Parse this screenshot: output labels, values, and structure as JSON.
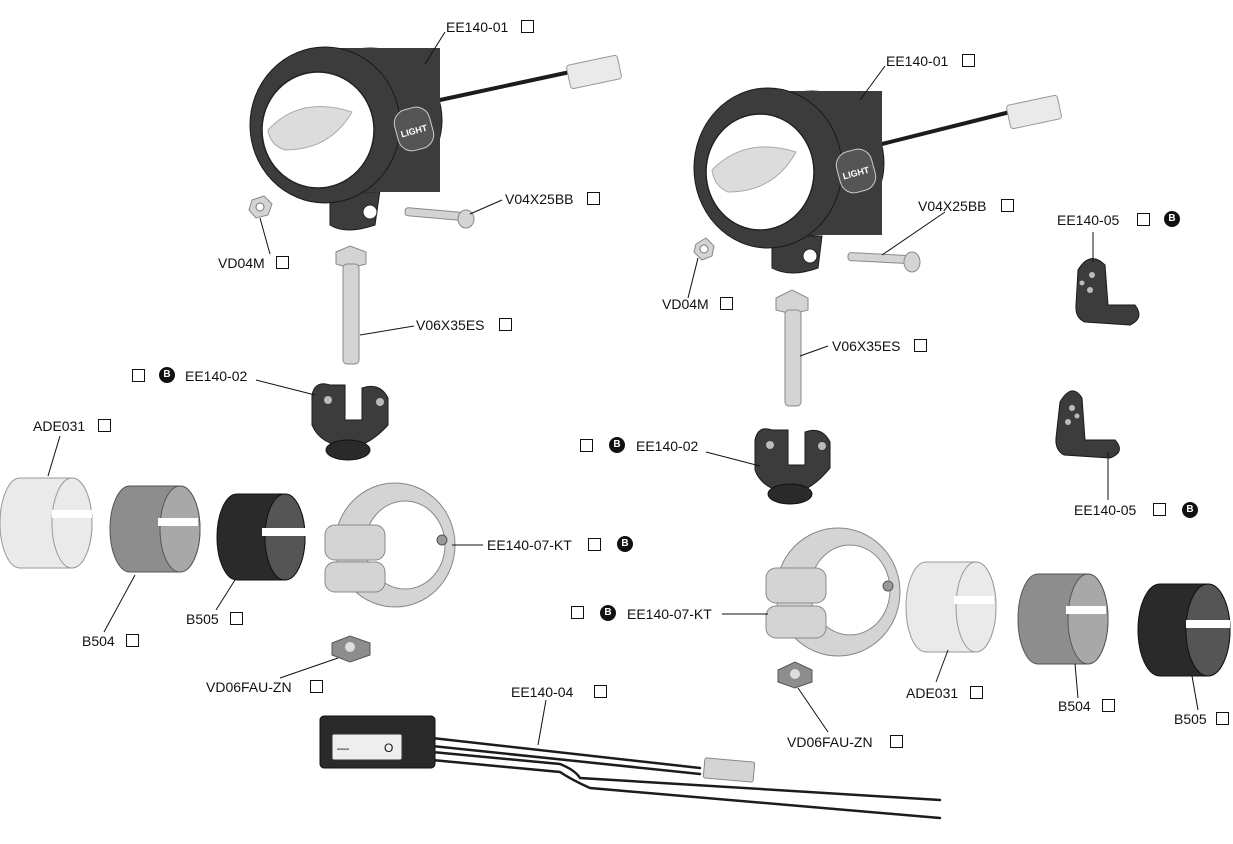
{
  "labels": {
    "ee140_01_a": "EE140-01",
    "vd04m_a": "VD04M",
    "v04x25bb_a": "V04X25BB",
    "v06x35es_a": "V06X35ES",
    "ee140_02_a": "EE140-02",
    "ade031_a": "ADE031",
    "b504_a": "B504",
    "b505_a": "B505",
    "ee140_07_kt_a": "EE140-07-KT",
    "vd06fau_zn_a": "VD06FAU-ZN",
    "ee140_04": "EE140-04",
    "ee140_01_b": "EE140-01",
    "vd04m_b": "VD04M",
    "v04x25bb_b": "V04X25BB",
    "v06x35es_b": "V06X35ES",
    "ee140_02_b": "EE140-02",
    "ee140_05_top": "EE140-05",
    "ee140_05_bottom": "EE140-05",
    "ee140_07_kt_b": "EE140-07-KT",
    "vd06fau_zn_b": "VD06FAU-ZN",
    "ade031_b": "ADE031",
    "b504_b": "B504",
    "b505_b": "B505"
  },
  "badge_letter": "B",
  "light_mark": "LIGHT",
  "switch_off_symbol": "—",
  "switch_on_symbol": "O",
  "colors": {
    "body_dark": "#3c3c3c",
    "sleeve_light": "#eaeaea",
    "sleeve_mid": "#8d8d8d",
    "sleeve_dark": "#2a2a2a",
    "clamp": "#d4d4d4"
  }
}
